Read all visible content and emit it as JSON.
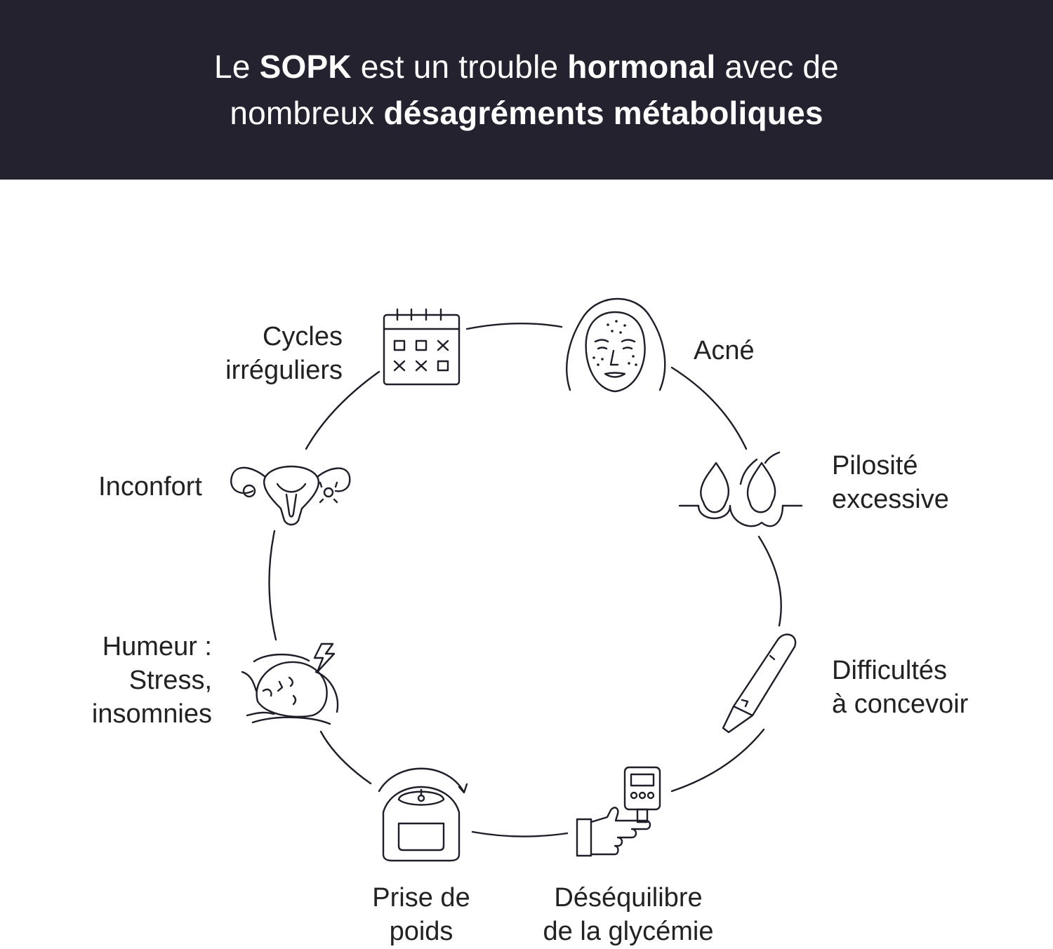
{
  "header": {
    "line1": {
      "t1": "Le ",
      "b1": "SOPK",
      "t2": " est un trouble ",
      "b2": "hormonal",
      "t3": " avec de"
    },
    "line2": {
      "t1": "nombreux ",
      "b1": "désagréments métaboliques"
    }
  },
  "colors": {
    "header_bg": "#23222e",
    "header_text": "#ffffff",
    "stroke": "#1e1d28"
  },
  "items": {
    "cycles": {
      "line1": "Cycles",
      "line2": "irréguliers",
      "icon": "calendar-icon"
    },
    "acne": {
      "line1": "Acné",
      "icon": "face-acne-icon"
    },
    "pilosite": {
      "line1": "Pilosité",
      "line2": "excessive",
      "icon": "hair-follicle-icon"
    },
    "concevoir": {
      "line1": "Difficultés",
      "line2": "à concevoir",
      "icon": "pregnancy-test-icon"
    },
    "glycemie": {
      "line1": "Déséquilibre",
      "line2": "de la glycémie",
      "icon": "glucometer-icon"
    },
    "poids": {
      "line1": "Prise de",
      "line2": "poids",
      "icon": "scale-icon"
    },
    "humeur": {
      "line1": "Humeur :",
      "line2": "Stress,",
      "line3": "insomnies",
      "icon": "stress-sleep-icon"
    },
    "inconfort": {
      "line1": "Inconfort",
      "icon": "uterus-icon"
    }
  }
}
